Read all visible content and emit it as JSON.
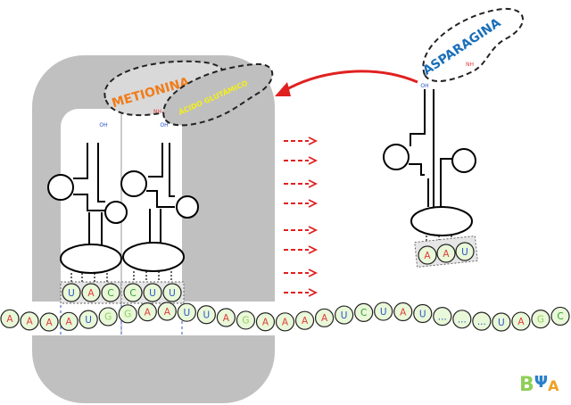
{
  "ribosome_trnas": {
    "left": {
      "amino_acid": "METIONINA",
      "anticodon": [
        "U",
        "A",
        "C"
      ],
      "oh": "OH",
      "nh": "NH"
    },
    "right": {
      "amino_acid": "ÁCIDO GLUTÁMICO",
      "anticodon": [
        "C",
        "U",
        "U"
      ],
      "oh": "OH"
    }
  },
  "incoming_trna": {
    "amino_acid": "ASPARAGINA",
    "anticodon": [
      "A",
      "A",
      "U"
    ],
    "oh": "OH",
    "nh": "NH"
  },
  "mrna": [
    "A",
    "A",
    "A",
    "A",
    "U",
    "G",
    "G",
    "A",
    "A",
    "U",
    "U",
    "A",
    "G",
    "A",
    "A",
    "A",
    "A",
    "U",
    "C",
    "U",
    "A",
    "U",
    "...",
    "...",
    "...",
    "U",
    "A",
    "G",
    "C"
  ],
  "logo_text": "BΨA",
  "colors": {
    "A": "#e23b3b",
    "U": "#2b56c8",
    "G": "#8fcf5a",
    "C": "#2d9e2d",
    "ribosome": "#c0c0c0",
    "methionine": "#f07c1a",
    "glutamic": "#f3f019",
    "asparagine": "#1a6fb8",
    "arrow": "#e02020",
    "nucleotide_fill": "#e9f8d8"
  }
}
